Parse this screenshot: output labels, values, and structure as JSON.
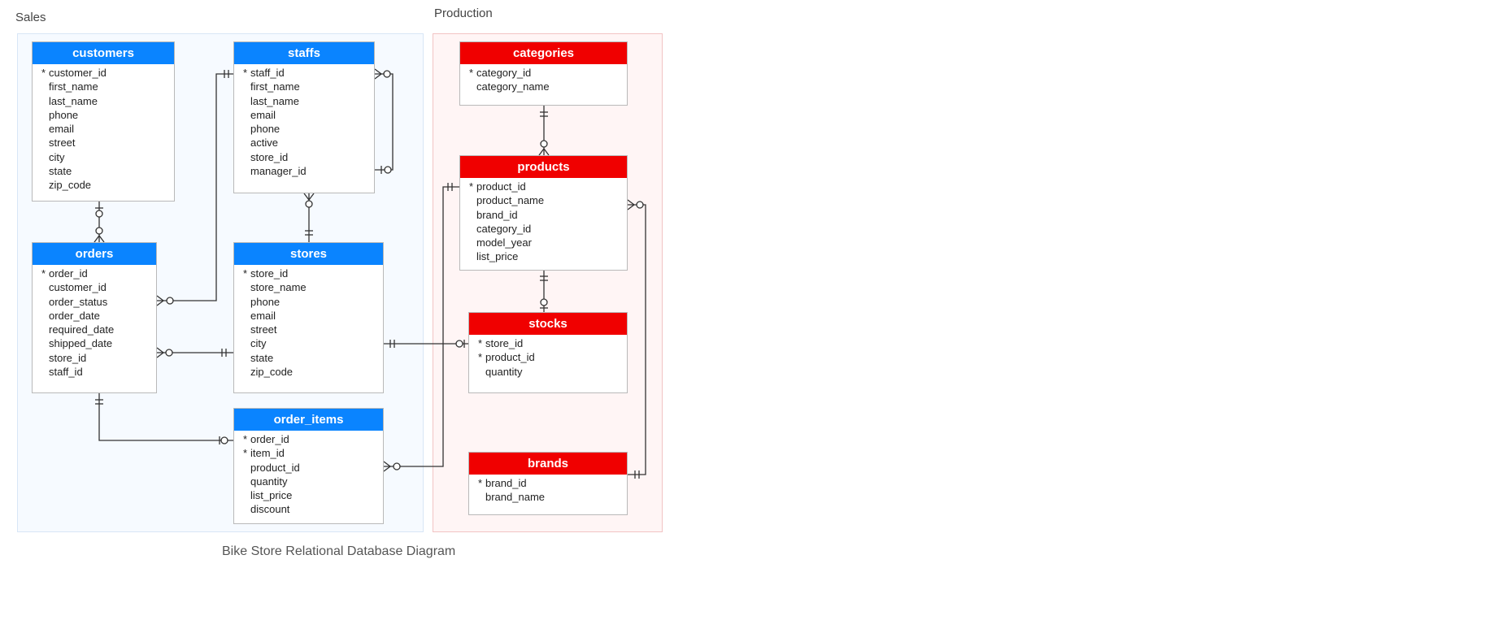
{
  "groups": {
    "sales": "Sales",
    "production": "Production"
  },
  "caption": "Bike Store Relational Database Diagram",
  "colors": {
    "sales_header": "#0a84ff",
    "production_header": "#f00000"
  },
  "entities": {
    "customers": {
      "title": "customers",
      "fields": [
        {
          "pk": "*",
          "name": "customer_id"
        },
        {
          "pk": "",
          "name": "first_name"
        },
        {
          "pk": "",
          "name": "last_name"
        },
        {
          "pk": "",
          "name": "phone"
        },
        {
          "pk": "",
          "name": "email"
        },
        {
          "pk": "",
          "name": "street"
        },
        {
          "pk": "",
          "name": "city"
        },
        {
          "pk": "",
          "name": "state"
        },
        {
          "pk": "",
          "name": "zip_code"
        }
      ]
    },
    "staffs": {
      "title": "staffs",
      "fields": [
        {
          "pk": "*",
          "name": "staff_id"
        },
        {
          "pk": "",
          "name": "first_name"
        },
        {
          "pk": "",
          "name": "last_name"
        },
        {
          "pk": "",
          "name": "email"
        },
        {
          "pk": "",
          "name": "phone"
        },
        {
          "pk": "",
          "name": "active"
        },
        {
          "pk": "",
          "name": "store_id"
        },
        {
          "pk": "",
          "name": "manager_id"
        }
      ]
    },
    "orders": {
      "title": "orders",
      "fields": [
        {
          "pk": "*",
          "name": "order_id"
        },
        {
          "pk": "",
          "name": "customer_id"
        },
        {
          "pk": "",
          "name": "order_status"
        },
        {
          "pk": "",
          "name": "order_date"
        },
        {
          "pk": "",
          "name": "required_date"
        },
        {
          "pk": "",
          "name": "shipped_date"
        },
        {
          "pk": "",
          "name": "store_id"
        },
        {
          "pk": "",
          "name": "staff_id"
        }
      ]
    },
    "stores": {
      "title": "stores",
      "fields": [
        {
          "pk": "*",
          "name": "store_id"
        },
        {
          "pk": "",
          "name": "store_name"
        },
        {
          "pk": "",
          "name": "phone"
        },
        {
          "pk": "",
          "name": "email"
        },
        {
          "pk": "",
          "name": "street"
        },
        {
          "pk": "",
          "name": "city"
        },
        {
          "pk": "",
          "name": "state"
        },
        {
          "pk": "",
          "name": "zip_code"
        }
      ]
    },
    "order_items": {
      "title": "order_items",
      "fields": [
        {
          "pk": "*",
          "name": "order_id"
        },
        {
          "pk": "*",
          "name": "item_id"
        },
        {
          "pk": "",
          "name": "product_id"
        },
        {
          "pk": "",
          "name": "quantity"
        },
        {
          "pk": "",
          "name": "list_price"
        },
        {
          "pk": "",
          "name": "discount"
        }
      ]
    },
    "categories": {
      "title": "categories",
      "fields": [
        {
          "pk": "*",
          "name": "category_id"
        },
        {
          "pk": "",
          "name": "category_name"
        }
      ]
    },
    "products": {
      "title": "products",
      "fields": [
        {
          "pk": "*",
          "name": "product_id"
        },
        {
          "pk": "",
          "name": "product_name"
        },
        {
          "pk": "",
          "name": "brand_id"
        },
        {
          "pk": "",
          "name": "category_id"
        },
        {
          "pk": "",
          "name": "model_year"
        },
        {
          "pk": "",
          "name": "list_price"
        }
      ]
    },
    "stocks": {
      "title": "stocks",
      "fields": [
        {
          "pk": "*",
          "name": "store_id"
        },
        {
          "pk": "*",
          "name": "product_id"
        },
        {
          "pk": "",
          "name": "quantity"
        }
      ]
    },
    "brands": {
      "title": "brands",
      "fields": [
        {
          "pk": "*",
          "name": "brand_id"
        },
        {
          "pk": "",
          "name": "brand_name"
        }
      ]
    }
  }
}
